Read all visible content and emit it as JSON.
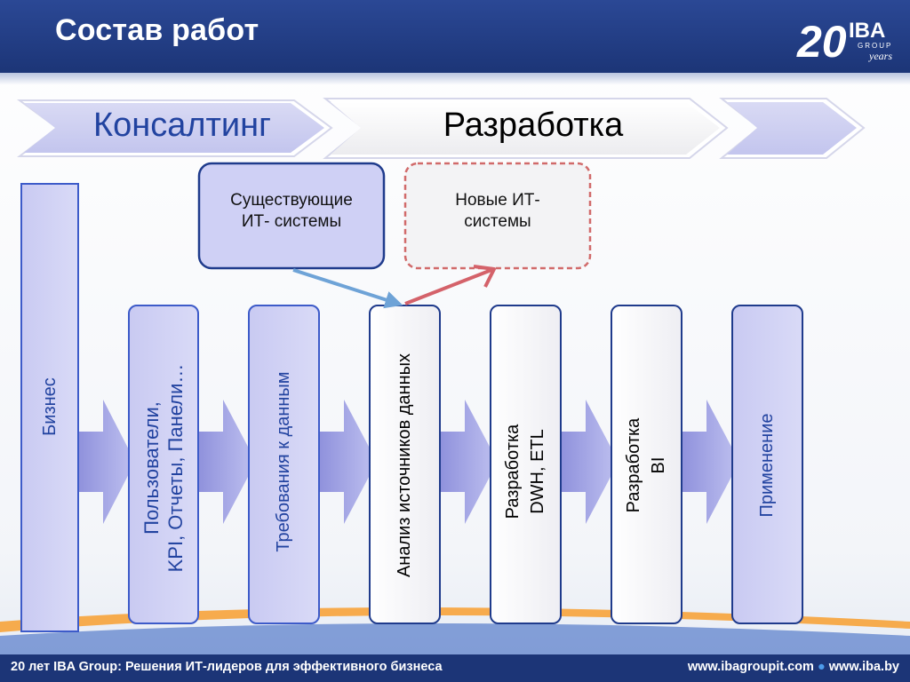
{
  "header": {
    "title": "Состав работ",
    "logo": {
      "number": "20",
      "brand": "IBA",
      "sub": "GROUP",
      "tag": "years"
    }
  },
  "phases": [
    {
      "label": "Консалтинг"
    },
    {
      "label": "Разработка"
    },
    {
      "label": ""
    }
  ],
  "systems": {
    "existing": [
      "Существующие",
      "ИТ- системы"
    ],
    "new": [
      "Новые ИТ-",
      "системы"
    ]
  },
  "stages": [
    {
      "lines": [
        "Бизнес"
      ]
    },
    {
      "lines": [
        "Пользователи,",
        "KPI, Отчеты, Панели…"
      ]
    },
    {
      "lines": [
        "Требования к данным"
      ]
    },
    {
      "lines": [
        "Анализ источников данных"
      ]
    },
    {
      "lines": [
        "Разработка",
        "DWH, ETL"
      ]
    },
    {
      "lines": [
        "Разработка",
        "BI"
      ]
    },
    {
      "lines": [
        "Применение"
      ]
    }
  ],
  "footer": {
    "left": "20 лет IBA Group: Решения ИТ-лидеров для эффективного бизнеса",
    "right_1": "www.ibagroupit.com",
    "separator": "●",
    "right_2": "www.iba.by"
  },
  "colors": {
    "header_blue": "#1c3577",
    "stage_fill": "#cfd0f5",
    "stage_border": "#3d5bc9",
    "stage_text_blue": "#2243a0",
    "new_system_border": "#d16a6a",
    "arrow_fill": "#a3a5e6",
    "connector_blue": "#6ea3d7",
    "connector_red": "#d4626a"
  }
}
